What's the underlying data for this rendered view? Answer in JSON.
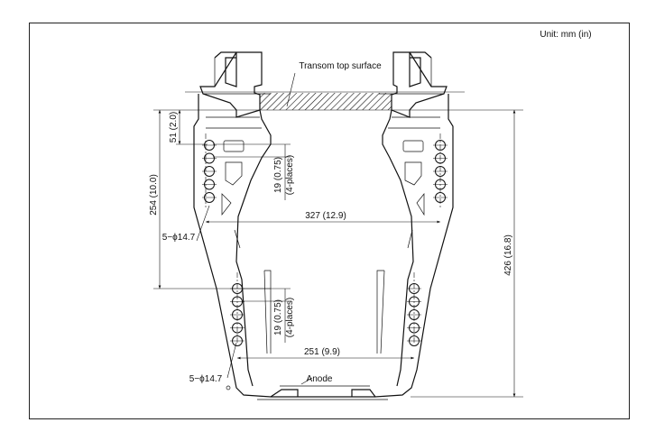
{
  "unit_label": "Unit: mm (in)",
  "transom_label": "Transom top surface",
  "anode_label": "Anode",
  "dims": {
    "upper_spacing": "51 (2.0)",
    "upper_range": "254 (10.0)",
    "total_height": "426 (16.8)",
    "upper_pitch": "19 (0.75)",
    "upper_pitch_note": "(4-places)",
    "lower_pitch": "19 (0.75)",
    "lower_pitch_note": "(4-places)",
    "upper_width": "327 (12.9)",
    "lower_width": "251 (9.9)",
    "upper_holes": "5−ϕ14.7",
    "lower_holes": "5−ϕ14.7"
  },
  "colors": {
    "line": "#111111",
    "background": "#ffffff"
  }
}
